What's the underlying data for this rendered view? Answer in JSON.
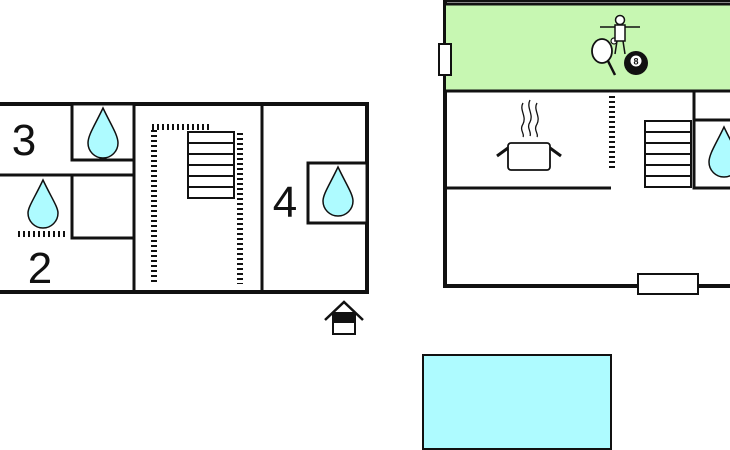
{
  "floorplan": {
    "rooms": {
      "bedroom_3": {
        "label": "3"
      },
      "bedroom_2": {
        "label": "2"
      },
      "bedroom_4": {
        "label": "4"
      }
    },
    "icons": {
      "billiard_ball_number": "8",
      "entrance": "entrance-house-icon",
      "shower": "water-drop-icon",
      "kitchen": "cooking-pot-icon",
      "table_tennis": "table-tennis-icon",
      "foosball": "foosball-icon",
      "stairs": "stairs-icon"
    },
    "colors": {
      "wall": "#111111",
      "water": "#aefbff",
      "games_room": "#c7f7b2",
      "pool": "#aefbff"
    }
  }
}
